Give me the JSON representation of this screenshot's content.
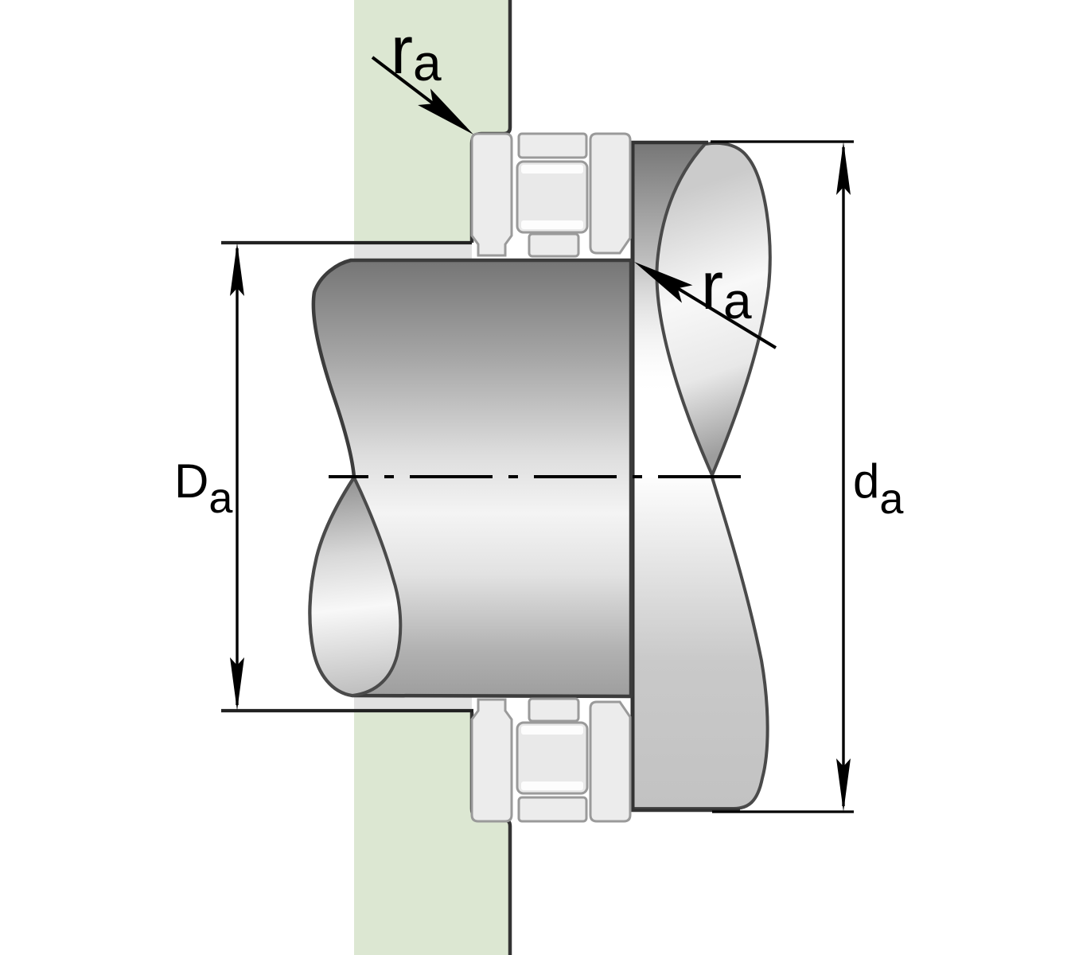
{
  "diagram": {
    "type": "bearing-mounting-abutment-dimensions-cross-section",
    "labels": {
      "housing_fillet_radius": {
        "symbol": "r",
        "subscript": "a"
      },
      "shaft_fillet_radius": {
        "symbol": "r",
        "subscript": "a"
      },
      "housing_abutment_diameter": {
        "symbol": "D",
        "subscript": "a"
      },
      "shaft_abutment_diameter": {
        "symbol": "d",
        "subscript": "a"
      }
    },
    "colors": {
      "background": "#ffffff",
      "housing_green": "#dce7d2",
      "outline_dark": "#333333",
      "break_stroke": "#4a4a4a",
      "dimension_black": "#000000",
      "washer_fill": "#ececec",
      "washer_stroke": "#9a9a9a",
      "bore_band": "#e2e2e2"
    }
  }
}
